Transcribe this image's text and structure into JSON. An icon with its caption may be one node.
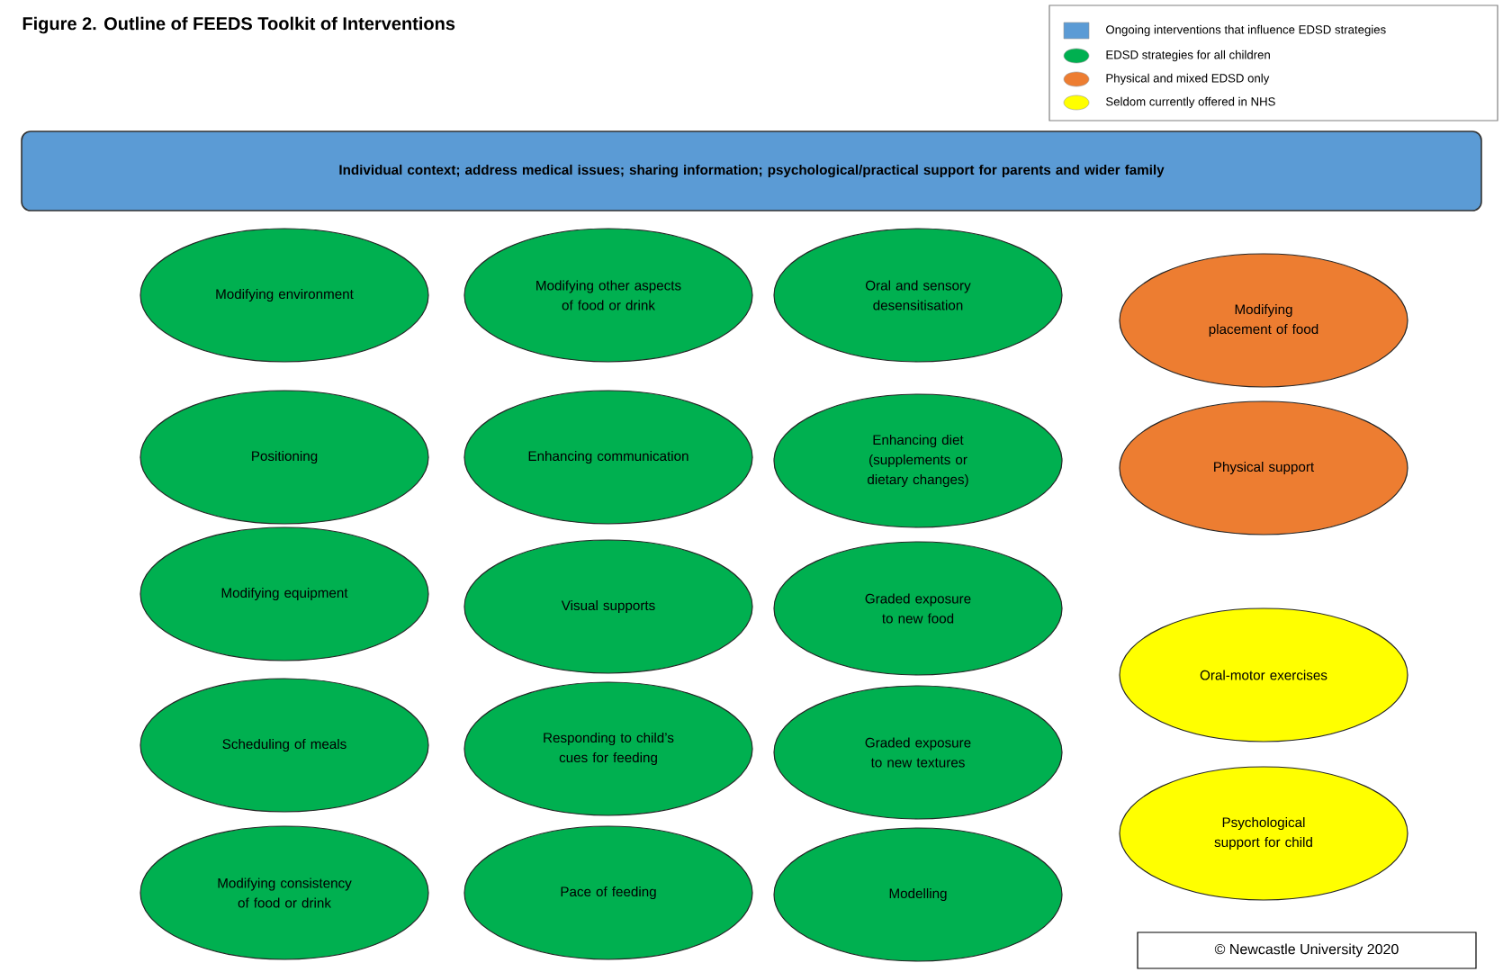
{
  "diagram": {
    "title": "Figure 2.  Outline of FEEDS Toolkit of Interventions",
    "nodes": [
      {
        "text": [
          "Individual context; address medical issues; sharing information; psychological/practical support for parents and wider family"
        ]
      },
      {
        "text": [
          "Modifying environment"
        ]
      },
      {
        "text": [
          "Modifying other aspects of food or drink"
        ]
      },
      {
        "text": [
          "Oral and sensory desensitisation"
        ]
      },
      {
        "text": [
          "Modifying placement of food"
        ]
      },
      {
        "text": [
          "Positioning"
        ]
      },
      {
        "text": [
          "Enhancing communication"
        ]
      },
      {
        "text": [
          "Enhancing diet (supplements or dietary changes)"
        ]
      },
      {
        "text": [
          "Physical support"
        ]
      },
      {
        "text": [
          "Modifying equipment"
        ]
      },
      {
        "text": [
          "Visual supports"
        ]
      },
      {
        "text": [
          "Graded exposure to new food"
        ]
      },
      {
        "text": [
          "Oral-motor exercises"
        ]
      },
      {
        "text": [
          "Scheduling of meals"
        ]
      },
      {
        "text": [
          "Responding to child’s cues for feeding"
        ]
      },
      {
        "text": [
          "Graded exposure to new textures"
        ]
      },
      {
        "text": [
          "Psychological support for child"
        ]
      },
      {
        "text": [
          "Modifying consistency of food or drink"
        ]
      },
      {
        "text": [
          "Pace of feeding"
        ]
      },
      {
        "text": [
          "Modelling"
        ]
      },
      {
        "text": [
          "© Newcastle University 2020"
        ]
      }
    ],
    "legend": [
      {
        "text": "Ongoing interventions that influence EDSD strategies",
        "color": "#5b9bd5"
      },
      {
        "text": "EDSD strategies for all children",
        "color": "#00b050"
      },
      {
        "text": "Physical and mixed EDSD only",
        "color": "#ed7d31"
      },
      {
        "text": "Seldom currently offered in NHS",
        "color": "#ffff00"
      }
    ]
  }
}
